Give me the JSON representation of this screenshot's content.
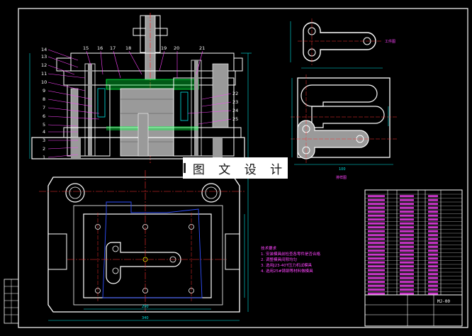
{
  "drawing": {
    "colors": {
      "background": "#000000",
      "outline": "#ffffff",
      "centerline": "#ff3030",
      "dimension": "#00e5e5",
      "leader": "#ff44ff",
      "hatch": "#00ff40",
      "hidden": "#3050ff",
      "fill": "#9a9a9a",
      "yellow": "#ffff00"
    },
    "part_numbers_left": [
      "14",
      "13",
      "12",
      "11",
      "10",
      "9",
      "8",
      "7",
      "6",
      "5",
      "4",
      "3",
      "2",
      "1"
    ],
    "part_numbers_top": [
      "15",
      "16",
      "17",
      "18",
      "19",
      "20",
      "21"
    ],
    "part_numbers_right": [
      "22",
      "23",
      "24",
      "25"
    ],
    "labels": {
      "workpiece": "工件图",
      "layout": "排样图",
      "title_code": "MJ-00"
    },
    "dims": {
      "plan_width": "290",
      "plan_width_outer": "340",
      "layout_width": "100"
    }
  },
  "watermark": {
    "text": "图 文 设 计"
  },
  "notes": {
    "title": "技术要求",
    "lines": [
      "1. 安装模具前检查各零件是否合格",
      "2. 调整模具间隙均匀",
      "3. 选用J23-40T压力机试模具",
      "4. 选用25#铸钢等材料做模具"
    ]
  }
}
